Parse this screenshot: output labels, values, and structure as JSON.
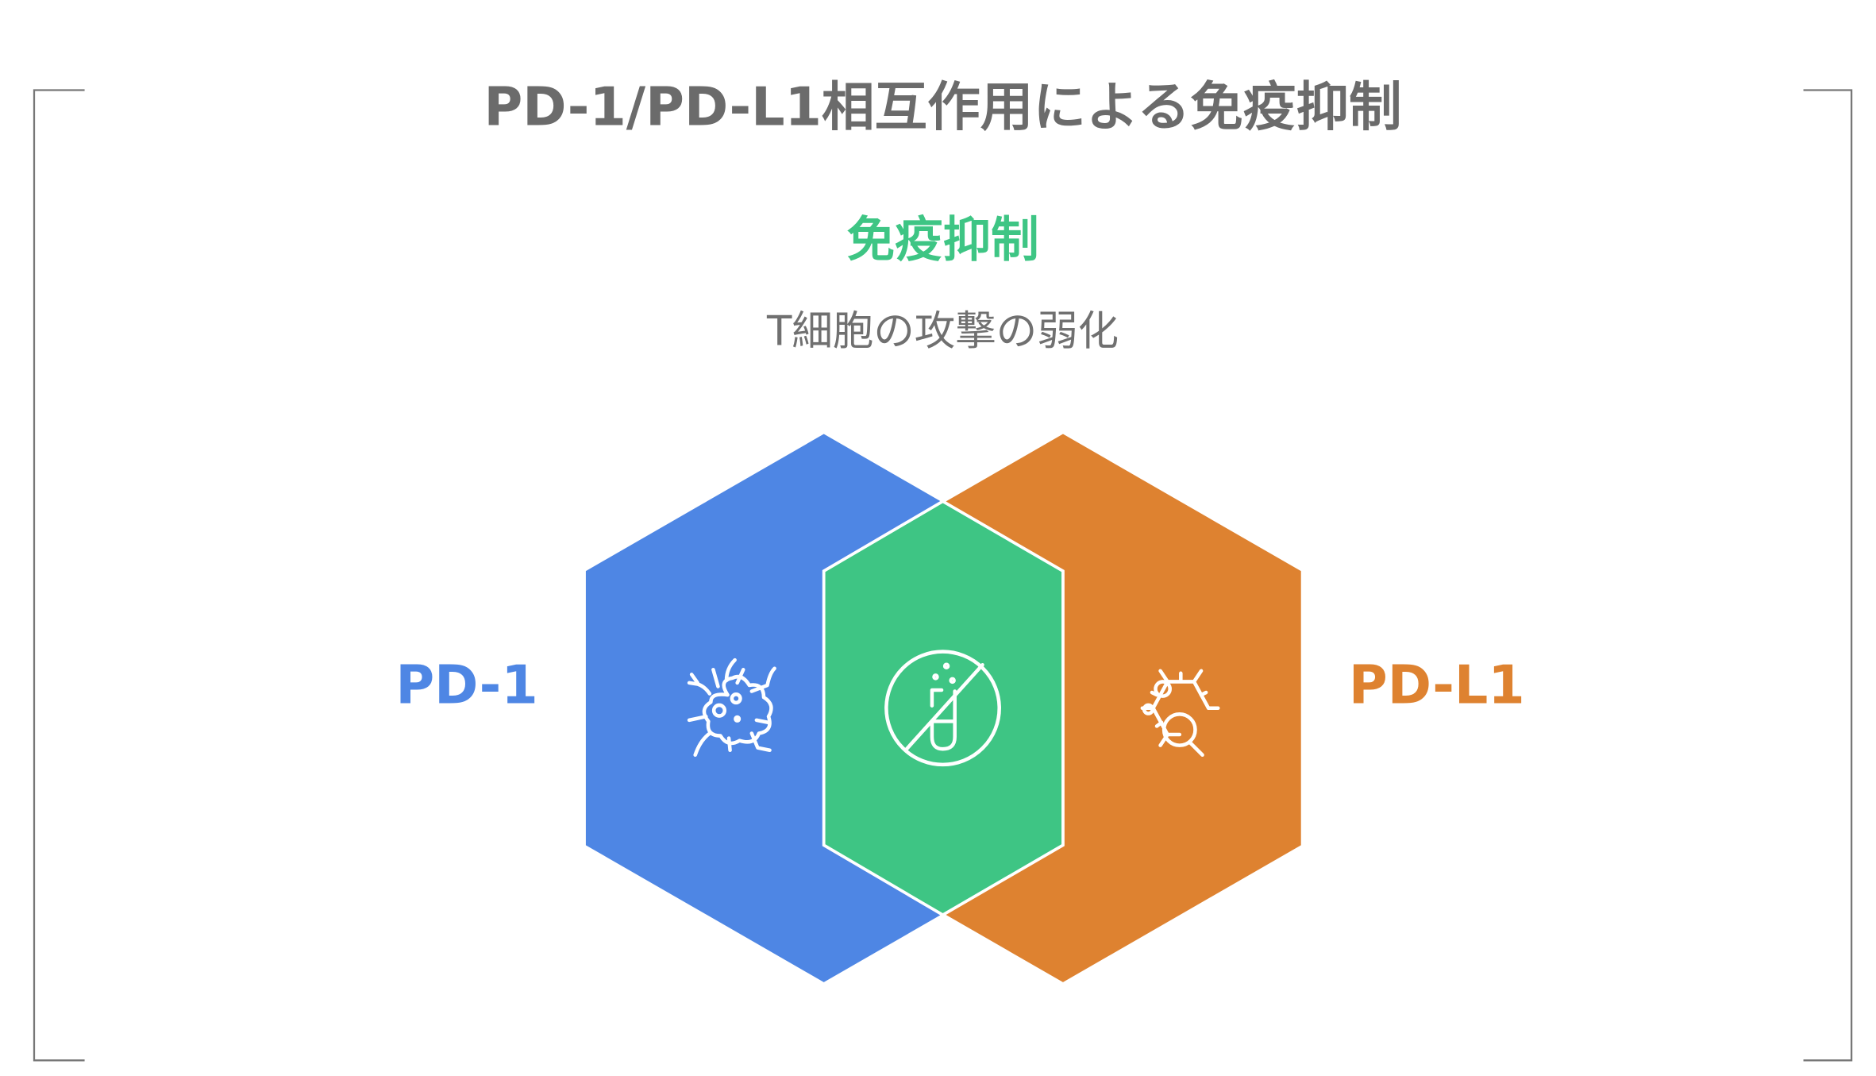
{
  "title": "PD-1/PD-L1相互作用による免疫抑制",
  "overlap": {
    "heading": "免疫抑制",
    "description": "T細胞の攻撃の弱化",
    "icon": "no-test-tube-icon"
  },
  "left": {
    "label": "PD-1",
    "icon": "immune-cell-icon"
  },
  "right": {
    "label": "PD-L1",
    "icon": "cell-search-icon"
  },
  "colors": {
    "left": "#4E86E4",
    "right": "#DE8230",
    "overlap": "#3EC584",
    "text": "#6b6b6b"
  }
}
